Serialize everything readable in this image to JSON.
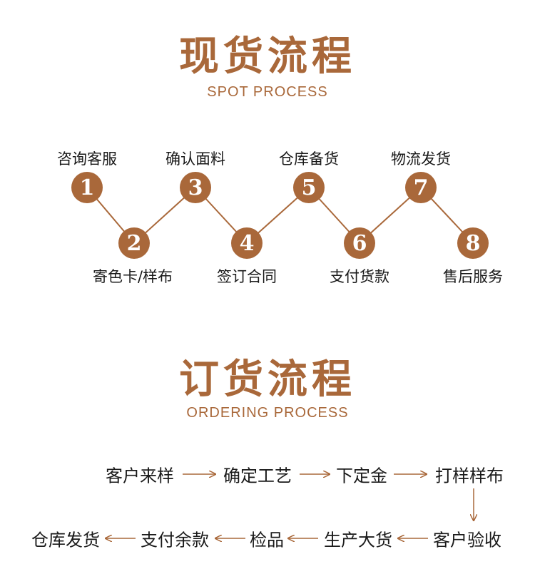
{
  "colors": {
    "accent": "#a9683a",
    "text": "#1a1a1a",
    "background": "#ffffff"
  },
  "spot": {
    "title": "现货流程",
    "subtitle": "SPOT PROCESS",
    "steps": [
      {
        "number": "1",
        "label": "咨询客服"
      },
      {
        "number": "2",
        "label": "寄色卡/样布"
      },
      {
        "number": "3",
        "label": "确认面料"
      },
      {
        "number": "4",
        "label": "签订合同"
      },
      {
        "number": "5",
        "label": "仓库备货"
      },
      {
        "number": "6",
        "label": "支付货款"
      },
      {
        "number": "7",
        "label": "物流发货"
      },
      {
        "number": "8",
        "label": "售后服务"
      }
    ]
  },
  "ordering": {
    "title": "订货流程",
    "subtitle": "ORDERING PROCESS",
    "row1": [
      "客户来样",
      "确定工艺",
      "下定金",
      "打样样布"
    ],
    "row2": [
      "客户验收",
      "生产大货",
      "检品",
      "支付余款",
      "仓库发货"
    ]
  }
}
